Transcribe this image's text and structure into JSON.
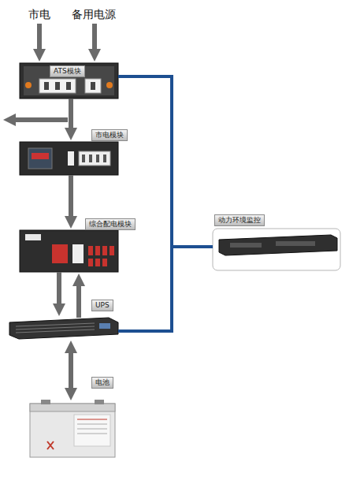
{
  "diagram": {
    "nodes": [
      {
        "text": [
          "ATS模块"
        ]
      },
      {
        "text": [
          "市电模块"
        ]
      },
      {
        "text": [
          "综合配电模块"
        ]
      },
      {
        "text": [
          "UPS"
        ]
      },
      {
        "text": [
          "电池"
        ]
      },
      {
        "text": [
          "动力环境监控"
        ]
      }
    ],
    "edges": [
      {
        "from": 0,
        "to": 1,
        "arrow": "to"
      },
      {
        "from": 1,
        "to": 2,
        "arrow": "to"
      },
      {
        "from": 2,
        "to": 3,
        "arrow": "to"
      },
      {
        "from": 3,
        "to": 2,
        "arrow": "to"
      },
      {
        "from": 3,
        "to": 4,
        "arrow": "both"
      },
      {
        "from": 5,
        "to": 0,
        "arrow": "none"
      },
      {
        "from": 5,
        "to": 3,
        "arrow": "none"
      }
    ],
    "labels": [
      "市电",
      "备用电源"
    ]
  }
}
